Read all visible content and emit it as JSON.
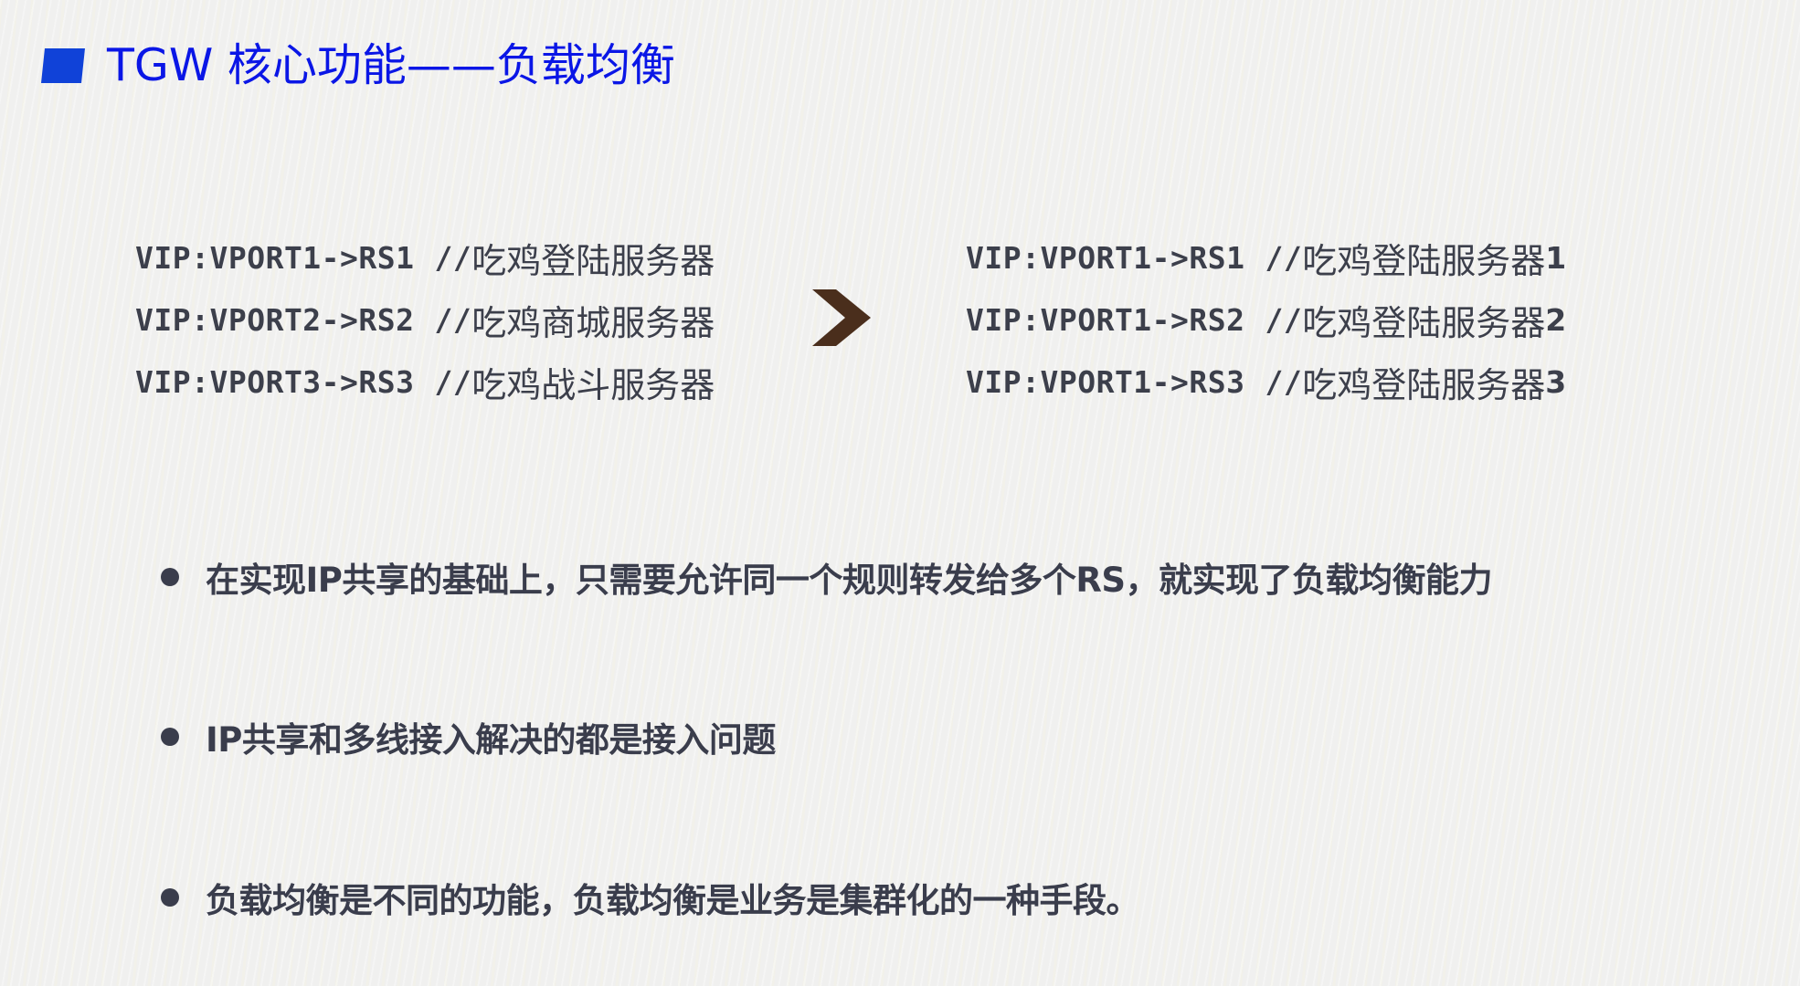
{
  "slide": {
    "title": "TGW 核心功能——负载均衡",
    "colors": {
      "title_text": "#0a16e6",
      "title_marker": "#1042d8",
      "body_text": "#3a3d4c",
      "arrow": "#4a2e1c",
      "background": "#f0f0ef"
    }
  },
  "before_rules": [
    {
      "rule": "VIP:VPORT1->RS1",
      "comment_prefix": "//",
      "comment": "吃鸡登陆服务器",
      "suffix": ""
    },
    {
      "rule": "VIP:VPORT2->RS2",
      "comment_prefix": "//",
      "comment": "吃鸡商城服务器",
      "suffix": ""
    },
    {
      "rule": "VIP:VPORT3->RS3",
      "comment_prefix": "//",
      "comment": "吃鸡战斗服务器",
      "suffix": ""
    }
  ],
  "transition_icon": "chevron-right-icon",
  "after_rules": [
    {
      "rule": "VIP:VPORT1->RS1",
      "comment_prefix": "//",
      "comment": "吃鸡登陆服务器",
      "suffix": "1"
    },
    {
      "rule": "VIP:VPORT1->RS2",
      "comment_prefix": "//",
      "comment": "吃鸡登陆服务器",
      "suffix": "2"
    },
    {
      "rule": "VIP:VPORT1->RS3",
      "comment_prefix": "//",
      "comment": "吃鸡登陆服务器",
      "suffix": "3"
    }
  ],
  "bullets": [
    "在实现IP共享的基础上，只需要允许同一个规则转发给多个RS，就实现了负载均衡能力",
    "IP共享和多线接入解决的都是接入问题",
    "负载均衡是不同的功能，负载均衡是业务是集群化的一种手段。"
  ]
}
